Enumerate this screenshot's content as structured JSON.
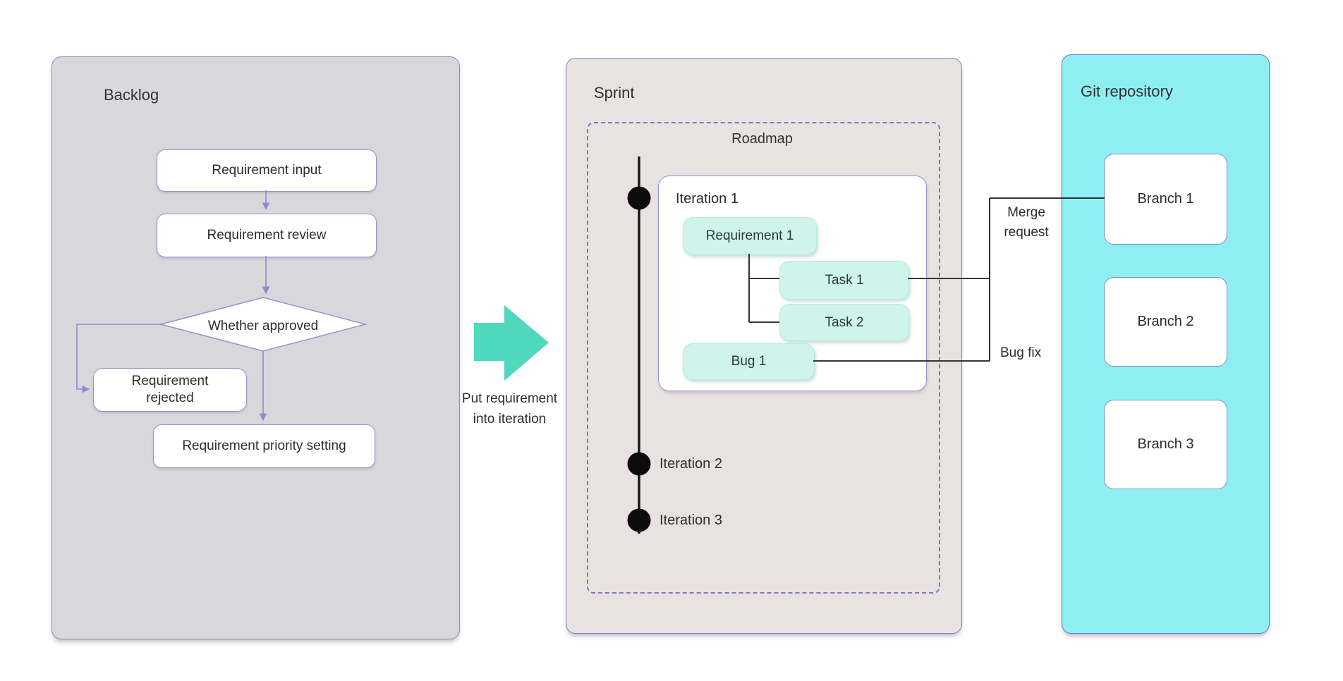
{
  "backlog": {
    "title": "Backlog",
    "nodes": {
      "input": "Requirement input",
      "review": "Requirement review",
      "decision": "Whether approved",
      "rejected": "Requirement rejected",
      "priority": "Requirement priority setting"
    }
  },
  "transfer": {
    "label": "Put requirement into iteration"
  },
  "sprint": {
    "title": "Sprint",
    "roadmap_title": "Roadmap",
    "iteration1": {
      "title": "Iteration 1",
      "requirement": "Requirement 1",
      "task1": "Task 1",
      "task2": "Task 2",
      "bug": "Bug 1"
    },
    "iteration2_label": "Iteration 2",
    "iteration3_label": "Iteration 3"
  },
  "connections": {
    "merge_request": "Merge request",
    "bug_fix": "Bug fix"
  },
  "git": {
    "title": "Git repository",
    "branches": [
      "Branch 1",
      "Branch 2",
      "Branch 3"
    ]
  },
  "colors": {
    "backlog_fill": "#d8d8dc",
    "sprint_fill": "#eae2e0",
    "git_fill": "#8feef1",
    "item_fill": "#cef4ec",
    "big_arrow_teal": "#4fd8bb",
    "flow_arrow_purple": "#8c8ccd",
    "connector_black": "#1c1c1c",
    "dashed_border_purple": "#7a7ac9"
  }
}
